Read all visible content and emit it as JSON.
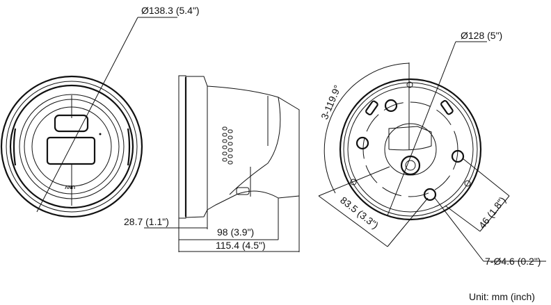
{
  "front_view": {
    "diameter_label": "Ø138.3 (5.4\")",
    "logo": "UNV"
  },
  "side_view": {
    "depth_label": "28.7 (1.1\")",
    "length_label": "98 (3.9\")",
    "total_length_label": "115.4 (4.5\")"
  },
  "mount_view": {
    "diameter_label": "Ø128 (5\")",
    "angle_label": "3-119.9°",
    "spacing_label": "83.5 (3.3\")",
    "offset_label": "46 (1.8\")",
    "holes_label": "7-Ø4.6 (0.2\")"
  },
  "unit_label": "Unit: mm (inch)"
}
